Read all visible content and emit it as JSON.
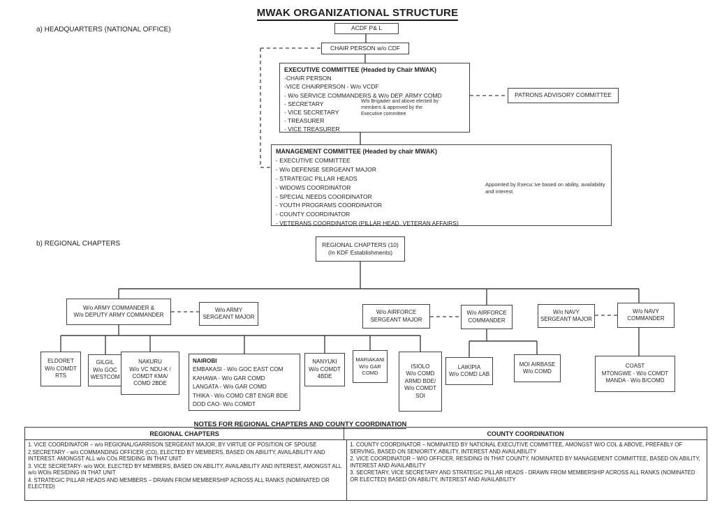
{
  "title": "MWAK ORGANIZATIONAL STRUCTURE",
  "section_a": "a) HEADQUARTERS (NATIONAL OFFICE)",
  "section_b": "b) REGIONAL CHAPTERS",
  "colors": {
    "line": "#3f3f3f",
    "text": "#1f1f1f",
    "background": "#ffffff"
  },
  "hq": {
    "acdf_label": "ACDF P& L",
    "chair_label": "CHAIR PERSON  w/o CDF",
    "exec": {
      "title": "EXECUTIVE COMMITTEE  (Headed by Chair MWAK)",
      "items": [
        "-CHAIR PERSON",
        "-VICE CHAIRPERSON - W/o VCDF",
        "- W/o SERVICE COMMANDERS & W/o DEP. ARMY COMD",
        "- SECRETARY",
        "- VICE SECRETARY",
        "- TREASURER",
        "- VICE TREASURER"
      ],
      "brace_note": "W/o Brigadier and above elected by members & approved by the Executive committee"
    },
    "patrons_label": "PATRONS ADVISORY COMMITTEE",
    "mgmt": {
      "title": "MANAGEMENT COMMITTEE (Headed by chair MWAK)",
      "items": [
        "- EXECUTIVE COMMITTEE",
        "- W/o DEFENSE SERGEANT MAJOR",
        "- STRATEGIC PILLAR HEADS",
        "- WIDOWS COORDINATOR",
        "- SPECIAL NEEDS COORDINATOR",
        "- YOUTH PROGRAMS COORDINATOR",
        "- COUNTY COORDINATOR",
        "- VETERANS COORDINATOR (PILLAR HEAD, VETERAN AFFAIRS)"
      ],
      "brace_note": "Appointed by Execu□ve based on ability, availability and interest"
    }
  },
  "regional": {
    "root": {
      "line1": "REGIONAL CHAPTERS (10)",
      "line2": "(In KDF Establishments)"
    },
    "tier2": [
      {
        "lines": [
          "W/o ARMY COMMANDER &",
          "W/o DEPUTY ARMY COMMANDER"
        ]
      },
      {
        "lines": [
          "W/o ARMY",
          "SERGEANT MAJOR"
        ]
      },
      {
        "lines": [
          "W/o AIRFORCE",
          "SERGEANT MAJOR"
        ]
      },
      {
        "lines": [
          "W/o AIRFORCE",
          "COMMANDER"
        ]
      },
      {
        "lines": [
          "W/o NAVY",
          "SERGEANT MAJOR"
        ]
      },
      {
        "lines": [
          "W/o NAVY",
          "COMMANDER"
        ]
      }
    ],
    "tier3": [
      {
        "lines": [
          "ELDORET",
          "W/o COMDT",
          "RTS"
        ]
      },
      {
        "lines": [
          "GILGIL",
          "W/o GOC",
          "WESTCOM"
        ]
      },
      {
        "lines": [
          "NAKURU",
          "W/o VC NDU-K /",
          "COMDT KMA/",
          "COMD 2BDE"
        ]
      },
      {
        "title": "NAIROBI",
        "lines": [
          "EMBAKASI - W/o GOC EAST COM",
          "KAHAWA - W/o GAR COMD",
          "LANGATA - W/o GAR COMD",
          "THIKA - W/o COMD CBT ENGR BDE",
          "DOD CAO- W/o COMDT"
        ]
      },
      {
        "lines": [
          "NANYUKI",
          "W/o COMDT",
          "4BDE"
        ]
      },
      {
        "lines": [
          "MARIAKANI",
          "W/o GAR",
          "COMD"
        ]
      },
      {
        "lines": [
          "ISIOLO",
          "W/o COMD",
          "ARMD BDE/",
          "W/o COMDT",
          "SOI"
        ]
      },
      {
        "lines": [
          "LAIKIPIA",
          "W/o COMD LAB"
        ]
      },
      {
        "lines": [
          "MOI AIRBASE",
          "W/o COMD"
        ]
      },
      {
        "lines": [
          "COAST",
          "MTONGWE - W/o COMDT",
          "MANDA - W/o B/COMD"
        ]
      }
    ]
  },
  "notes": {
    "heading": "NOTES FOR REGIONAL CHAPTERS AND COUNTY COORDINATION",
    "col1_header": "REGIONAL CHAPTERS",
    "col2_header": "COUNTY COORDINATION",
    "col1_items": [
      "1. VICE COORDINATOR – w/o REGIONAL/GARRISON SERGEANT MAJOR, BY VIRTUE OF POSITION OF SPOUSE",
      "2.SECRETARY - w/o COMMANDING OFFICER (CO), ELECTED BY MEMBERS, BASED ON ABILITY, AVAILABILITY AND INTEREST.  AMONGST ALL w/o COs RESIDING IN THAT UNIT",
      "3. VICE SECRETARY- w/o WOI, ELECTED BY MEMBERS, BASED ON ABILITY, AVAILABILITY AND INTEREST, AMONGST ALL w/o WOIs  RESIDING IN THAT UNIT",
      "4. STRATEGIC PILLAR HEADS AND MEMBERS – DRAWN FROM MEMBERSHIP ACROSS ALL RANKS (NOMINATED OR ELECTED)"
    ],
    "col2_items": [
      "1. COUNTY COORDINATOR – NOMINATED BY NATIONAL EXECUTIVE COMMITTEE, AMONGST W/O COL & ABOVE, PREFABLY OF SERVING, BASED ON  SENIORITY, ABILITY, INTEREST AND AVAILABILITY",
      "2. VICE COORDINATOR – W/O OFFICER, RESIDING IN THAT COUNTY, NOMINATED BY MANAGEMENT COMMITTEE, BASED ON  ABILITY, INTEREST  AND AVAILABILITY",
      "3. SECRETARY, VICE SECRETARY AND STRATEGIC PILLAR HEADS - DRAWN FROM MEMBERSHIP ACROSS ALL RANKS (NOMINATED OR ELECTED)  BASED ON ABILITY, INTEREST AND AVAILABILITY"
    ]
  }
}
